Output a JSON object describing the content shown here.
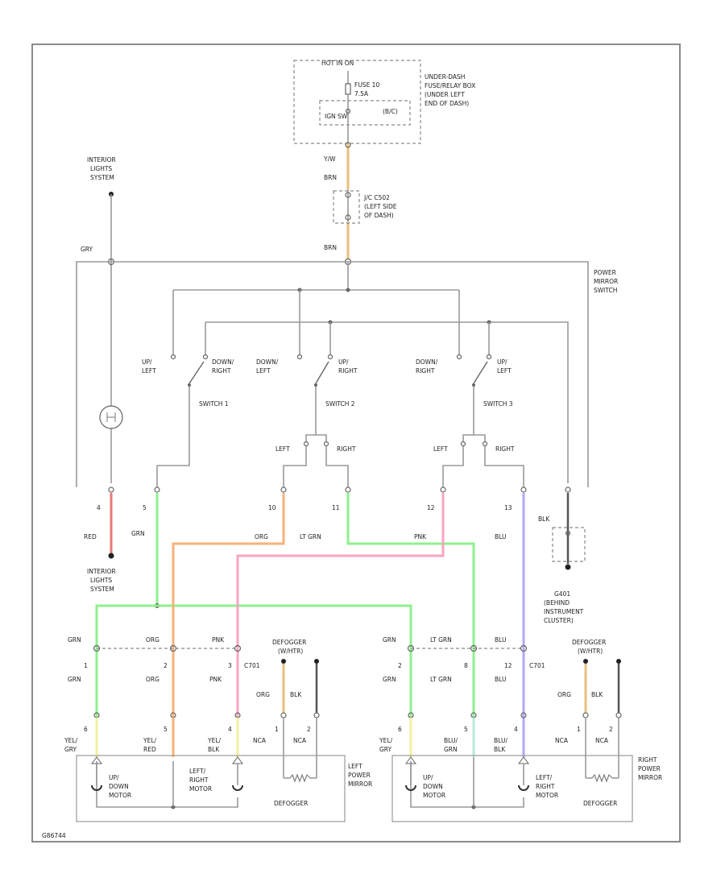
{
  "colors": {
    "wire": "#9a9a9a",
    "red": "#e87a7a",
    "green": "#8ef08e",
    "orange": "#f7b27a",
    "pink": "#f7a5c0",
    "yellow": "#f2f2a0",
    "blue": "#b0a8f5",
    "tan": "#e8c07a",
    "black": "#555555"
  },
  "fuse_block": {
    "hot": "HOT IN ON",
    "fuse": "FUSE 10",
    "fuse2": "7.5A",
    "ignition": "IGN SW",
    "code": "(B/C)",
    "loc1": "UNDER-DASH",
    "loc2": "FUSE/RELAY BOX",
    "loc3": "(UNDER LEFT",
    "loc4": "END OF DASH)"
  },
  "upper_wires": {
    "s1": "Y/W",
    "s2": "BRN",
    "jc1": "J/C C502",
    "jc2": "(LEFT SIDE",
    "jc3": "OF DASH)",
    "s3": "BRN"
  },
  "interior_top": {
    "l1": "INTERIOR",
    "l2": "LIGHTS",
    "l3": "SYSTEM",
    "gry": "GRY"
  },
  "switch_header": {
    "l1": "POWER",
    "l2": "MIRROR",
    "l3": "SWITCH"
  },
  "switch1": {
    "left1": "UP/",
    "left2": "LEFT",
    "right1": "DOWN/",
    "right2": "RIGHT",
    "name": "SWITCH 1"
  },
  "switch2": {
    "left1": "DOWN/",
    "left2": "LEFT",
    "right1": "UP/",
    "right2": "RIGHT",
    "name": "SWITCH 2",
    "sel_l": "LEFT",
    "sel_r": "RIGHT"
  },
  "switch3": {
    "left1": "DOWN/",
    "left2": "RIGHT",
    "right1": "UP/",
    "right2": "LEFT",
    "name": "SWITCH 3",
    "sel_l": "LEFT",
    "sel_r": "RIGHT"
  },
  "pins": {
    "p4": "4",
    "p5": "5",
    "p10": "10",
    "p11": "11",
    "p12": "12",
    "p13": "13",
    "red": "RED",
    "grn": "GRN",
    "org": "ORG",
    "ltgrn": "LT GRN",
    "pnk": "PNK",
    "blu": "BLU",
    "blk": "BLK"
  },
  "lower_labels": {
    "int1": "INTERIOR",
    "int2": "LIGHTS",
    "int3": "SYSTEM",
    "g101_1": "G401",
    "g101_2": "(BEHIND",
    "g101_3": "INSTRUMENT",
    "g101_4": "CLUSTER)"
  },
  "left_mirror": {
    "grn": "GRN",
    "org": "ORG",
    "pnk": "PNK",
    "p1": "1",
    "p2": "2",
    "p3": "3",
    "c701": "C701",
    "grn2": "GRN",
    "org2": "ORG",
    "pnk2": "PNK",
    "def1": "DEFOGGER",
    "def2": "(W/HTR)",
    "dorg": "ORG",
    "dblk": "BLK",
    "m6": "6",
    "m5": "5",
    "m4": "4",
    "m1": "1",
    "m2": "2",
    "w1a": "YEL/",
    "w1b": "GRY",
    "w2a": "YEL/",
    "w2b": "RED",
    "w3a": "YEL/",
    "w3b": "BLK",
    "nca": "NCA",
    "ncb": "NCA",
    "mot1a": "UP/",
    "mot1b": "DOWN",
    "mot1c": "MOTOR",
    "mot2a": "LEFT/",
    "mot2b": "RIGHT",
    "mot2c": "MOTOR",
    "defog": "DEFOGGER",
    "name1": "LEFT",
    "name2": "POWER",
    "name3": "MIRROR"
  },
  "right_mirror": {
    "grn": "GRN",
    "ltgrn": "LT GRN",
    "blu": "BLU",
    "p2": "2",
    "p8": "8",
    "p12": "12",
    "c701": "C701",
    "grn2": "GRN",
    "ltgrn2": "LT GRN",
    "blu2": "BLU",
    "def1": "DEFOGGER",
    "def2": "(W/HTR)",
    "dorg": "ORG",
    "dblk": "BLK",
    "m6": "6",
    "m5": "5",
    "m4": "4",
    "m1": "1",
    "m2": "2",
    "w1a": "YEL/",
    "w1b": "GRY",
    "w2a": "BLU/",
    "w2b": "GRN",
    "w3a": "BLU/",
    "w3b": "BLK",
    "nca": "NCA",
    "ncb": "NCA",
    "mot1a": "UP/",
    "mot1b": "DOWN",
    "mot1c": "MOTOR",
    "mot2a": "LEFT/",
    "mot2b": "RIGHT",
    "mot2c": "MOTOR",
    "defog": "DEFOGGER",
    "name1": "RIGHT",
    "name2": "POWER",
    "name3": "MIRROR"
  },
  "footer": {
    "id": "G86744"
  }
}
